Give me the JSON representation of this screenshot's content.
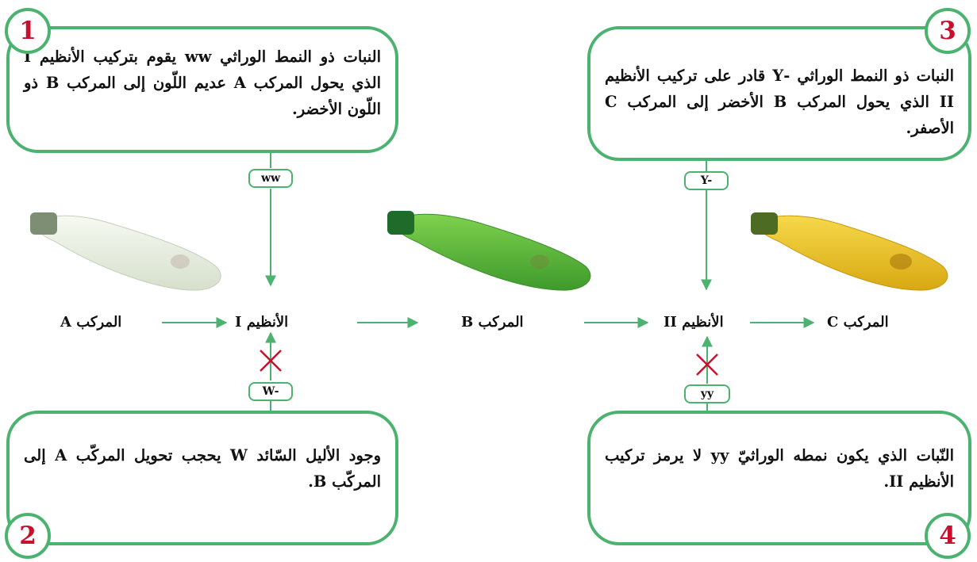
{
  "boxes": {
    "b1": {
      "number": "1",
      "text": "النبات ذو النمط الوراثي ww يقوم بتركيب الأنظيم I الذي يحول المركب A عديم اللّون إلى المركب B ذو اللّون الأخضر."
    },
    "b2": {
      "number": "2",
      "text": "وجود الأليل السّائد W يحجب تحويل المركّب A إلى المركّب B."
    },
    "b3": {
      "number": "3",
      "text": "النبات ذو النمط الوراثي -Y قادر على تركيب الأنظيم II الذي يحول المركب B الأخضر إلى المركب C الأصفر."
    },
    "b4": {
      "number": "4",
      "text": "النّبات الذي يكون نمطه الوراثيّ yy لا يرمز تركيب الأنظيم II."
    }
  },
  "tags": {
    "ww": "ww",
    "W": "W-",
    "Y": "Y-",
    "yy": "yy"
  },
  "labels": {
    "compA": "المركب A",
    "enz1": "الأنظيم I",
    "compB": "المركب B",
    "enz2": "الأنظيم II",
    "compC": "المركب C"
  },
  "colors": {
    "green": "#4cb26f",
    "red": "#c8102e",
    "fruit_white": "#e4ecdc",
    "fruit_green": "#5cba3c",
    "fruit_yellow": "#ecc21c"
  }
}
